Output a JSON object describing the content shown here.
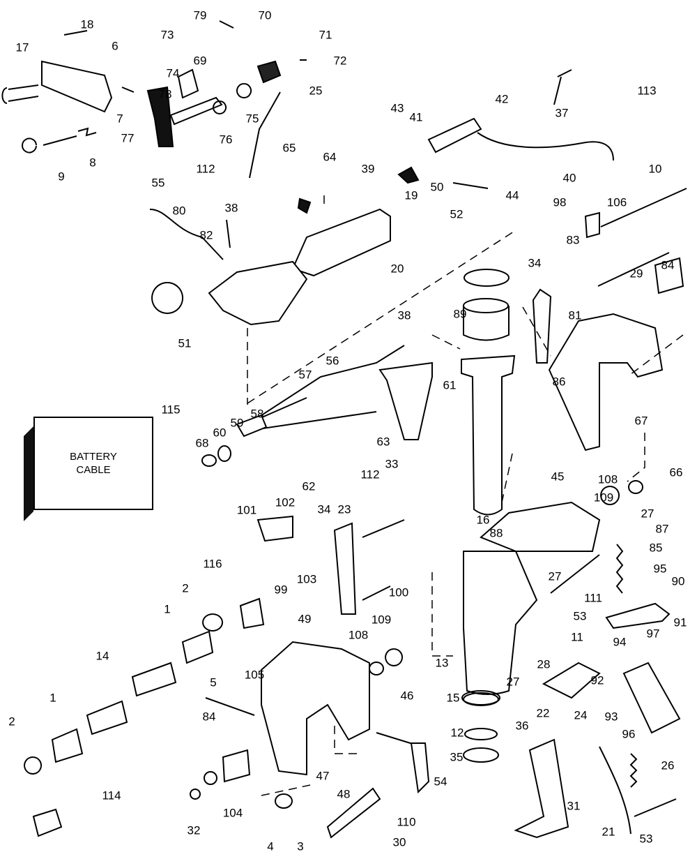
{
  "battery_box": {
    "line1": "BATTERY",
    "line2": "CABLE"
  },
  "labels": [
    "17",
    "18",
    "6",
    "7",
    "9",
    "8",
    "73",
    "79",
    "70",
    "71",
    "72",
    "69",
    "74",
    "78",
    "25",
    "77",
    "76",
    "75",
    "112",
    "65",
    "64",
    "39",
    "43",
    "41",
    "42",
    "37",
    "113",
    "50",
    "44",
    "40",
    "10",
    "55",
    "80",
    "38",
    "82",
    "19",
    "52",
    "98",
    "106",
    "83",
    "34",
    "84",
    "29",
    "20",
    "51",
    "38",
    "89",
    "81",
    "56",
    "57",
    "61",
    "115",
    "58",
    "59",
    "60",
    "68",
    "63",
    "86",
    "67",
    "45",
    "66",
    "62",
    "112",
    "33",
    "108",
    "109",
    "101",
    "102",
    "34",
    "23",
    "16",
    "88",
    "27",
    "87",
    "85",
    "116",
    "99",
    "103",
    "100",
    "27",
    "95",
    "90",
    "111",
    "2",
    "1",
    "53",
    "91",
    "49",
    "109",
    "108",
    "11",
    "94",
    "97",
    "14",
    "13",
    "28",
    "27",
    "105",
    "5",
    "92",
    "46",
    "15",
    "93",
    "1",
    "2",
    "84",
    "12",
    "22",
    "24",
    "36",
    "96",
    "35",
    "47",
    "48",
    "54",
    "26",
    "114",
    "32",
    "104",
    "4",
    "3",
    "110",
    "31",
    "21",
    "53",
    "30"
  ]
}
